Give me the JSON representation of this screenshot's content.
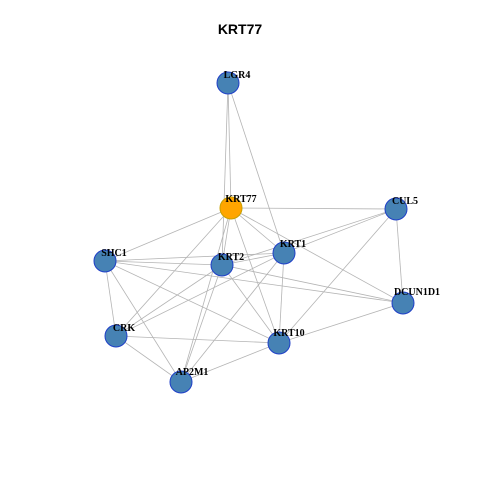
{
  "title": "KRT77",
  "colors": {
    "focus_node_fill": "#FFA500",
    "node_fill": "#4682B4",
    "node_stroke": "#1F3FC8",
    "focus_node_stroke": "#C8A000",
    "edge": "#B4B4B4"
  },
  "nodes": [
    {
      "id": "LGR4",
      "label": "LGR4",
      "focus": false
    },
    {
      "id": "KRT77",
      "label": "KRT77",
      "focus": true
    },
    {
      "id": "CUL5",
      "label": "CUL5",
      "focus": false
    },
    {
      "id": "KRT1",
      "label": "KRT1",
      "focus": false
    },
    {
      "id": "SHC1",
      "label": "SHC1",
      "focus": false
    },
    {
      "id": "KRT2",
      "label": "KRT2",
      "focus": false
    },
    {
      "id": "DCUN1D1",
      "label": "DCUN1D1",
      "focus": false
    },
    {
      "id": "CRK",
      "label": "CRK",
      "focus": false
    },
    {
      "id": "KRT10",
      "label": "KRT10",
      "focus": false
    },
    {
      "id": "AP2M1",
      "label": "AP2M1",
      "focus": false
    }
  ],
  "edges": [
    [
      "LGR4",
      "KRT77"
    ],
    [
      "LGR4",
      "KRT2"
    ],
    [
      "LGR4",
      "KRT1"
    ],
    [
      "KRT77",
      "CUL5"
    ],
    [
      "KRT77",
      "KRT1"
    ],
    [
      "KRT77",
      "SHC1"
    ],
    [
      "KRT77",
      "KRT2"
    ],
    [
      "KRT77",
      "KRT10"
    ],
    [
      "KRT77",
      "CRK"
    ],
    [
      "KRT77",
      "AP2M1"
    ],
    [
      "KRT77",
      "DCUN1D1"
    ],
    [
      "CUL5",
      "KRT1"
    ],
    [
      "CUL5",
      "KRT2"
    ],
    [
      "CUL5",
      "DCUN1D1"
    ],
    [
      "CUL5",
      "KRT10"
    ],
    [
      "KRT1",
      "KRT2"
    ],
    [
      "KRT1",
      "SHC1"
    ],
    [
      "KRT1",
      "KRT10"
    ],
    [
      "KRT1",
      "AP2M1"
    ],
    [
      "KRT1",
      "CRK"
    ],
    [
      "KRT2",
      "SHC1"
    ],
    [
      "KRT2",
      "KRT10"
    ],
    [
      "KRT2",
      "AP2M1"
    ],
    [
      "KRT2",
      "CRK"
    ],
    [
      "KRT2",
      "DCUN1D1"
    ],
    [
      "SHC1",
      "CRK"
    ],
    [
      "SHC1",
      "AP2M1"
    ],
    [
      "SHC1",
      "KRT10"
    ],
    [
      "SHC1",
      "DCUN1D1"
    ],
    [
      "CRK",
      "KRT10"
    ],
    [
      "CRK",
      "AP2M1"
    ],
    [
      "AP2M1",
      "KRT10"
    ],
    [
      "KRT10",
      "DCUN1D1"
    ]
  ]
}
